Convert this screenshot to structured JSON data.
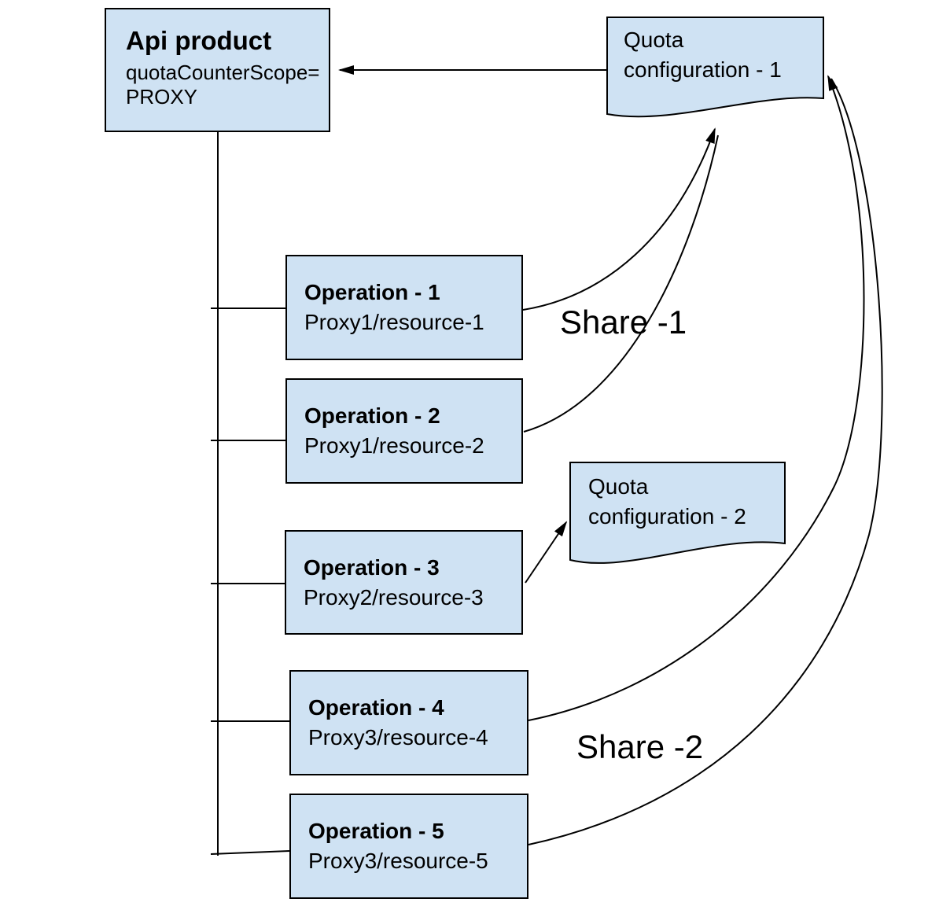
{
  "diagram": {
    "api_product": {
      "title": "Api product",
      "attr_line1": "quotaCounterScope=",
      "attr_line2": "PROXY"
    },
    "quota_configs": [
      {
        "line1": "Quota",
        "line2": "configuration - 1"
      },
      {
        "line1": "Quota",
        "line2": "configuration - 2"
      }
    ],
    "operations": [
      {
        "title": "Operation - 1",
        "path": "Proxy1/resource-1"
      },
      {
        "title": "Operation - 2",
        "path": "Proxy1/resource-2"
      },
      {
        "title": "Operation - 3",
        "path": "Proxy2/resource-3"
      },
      {
        "title": "Operation - 4",
        "path": "Proxy3/resource-4"
      },
      {
        "title": "Operation - 5",
        "path": "Proxy3/resource-5"
      }
    ],
    "labels": {
      "share1": "Share -1",
      "share2": "Share -2"
    },
    "colors": {
      "node_fill": "#cfe2f3",
      "node_border": "#000000",
      "connector": "#000000",
      "background": "#ffffff"
    }
  }
}
